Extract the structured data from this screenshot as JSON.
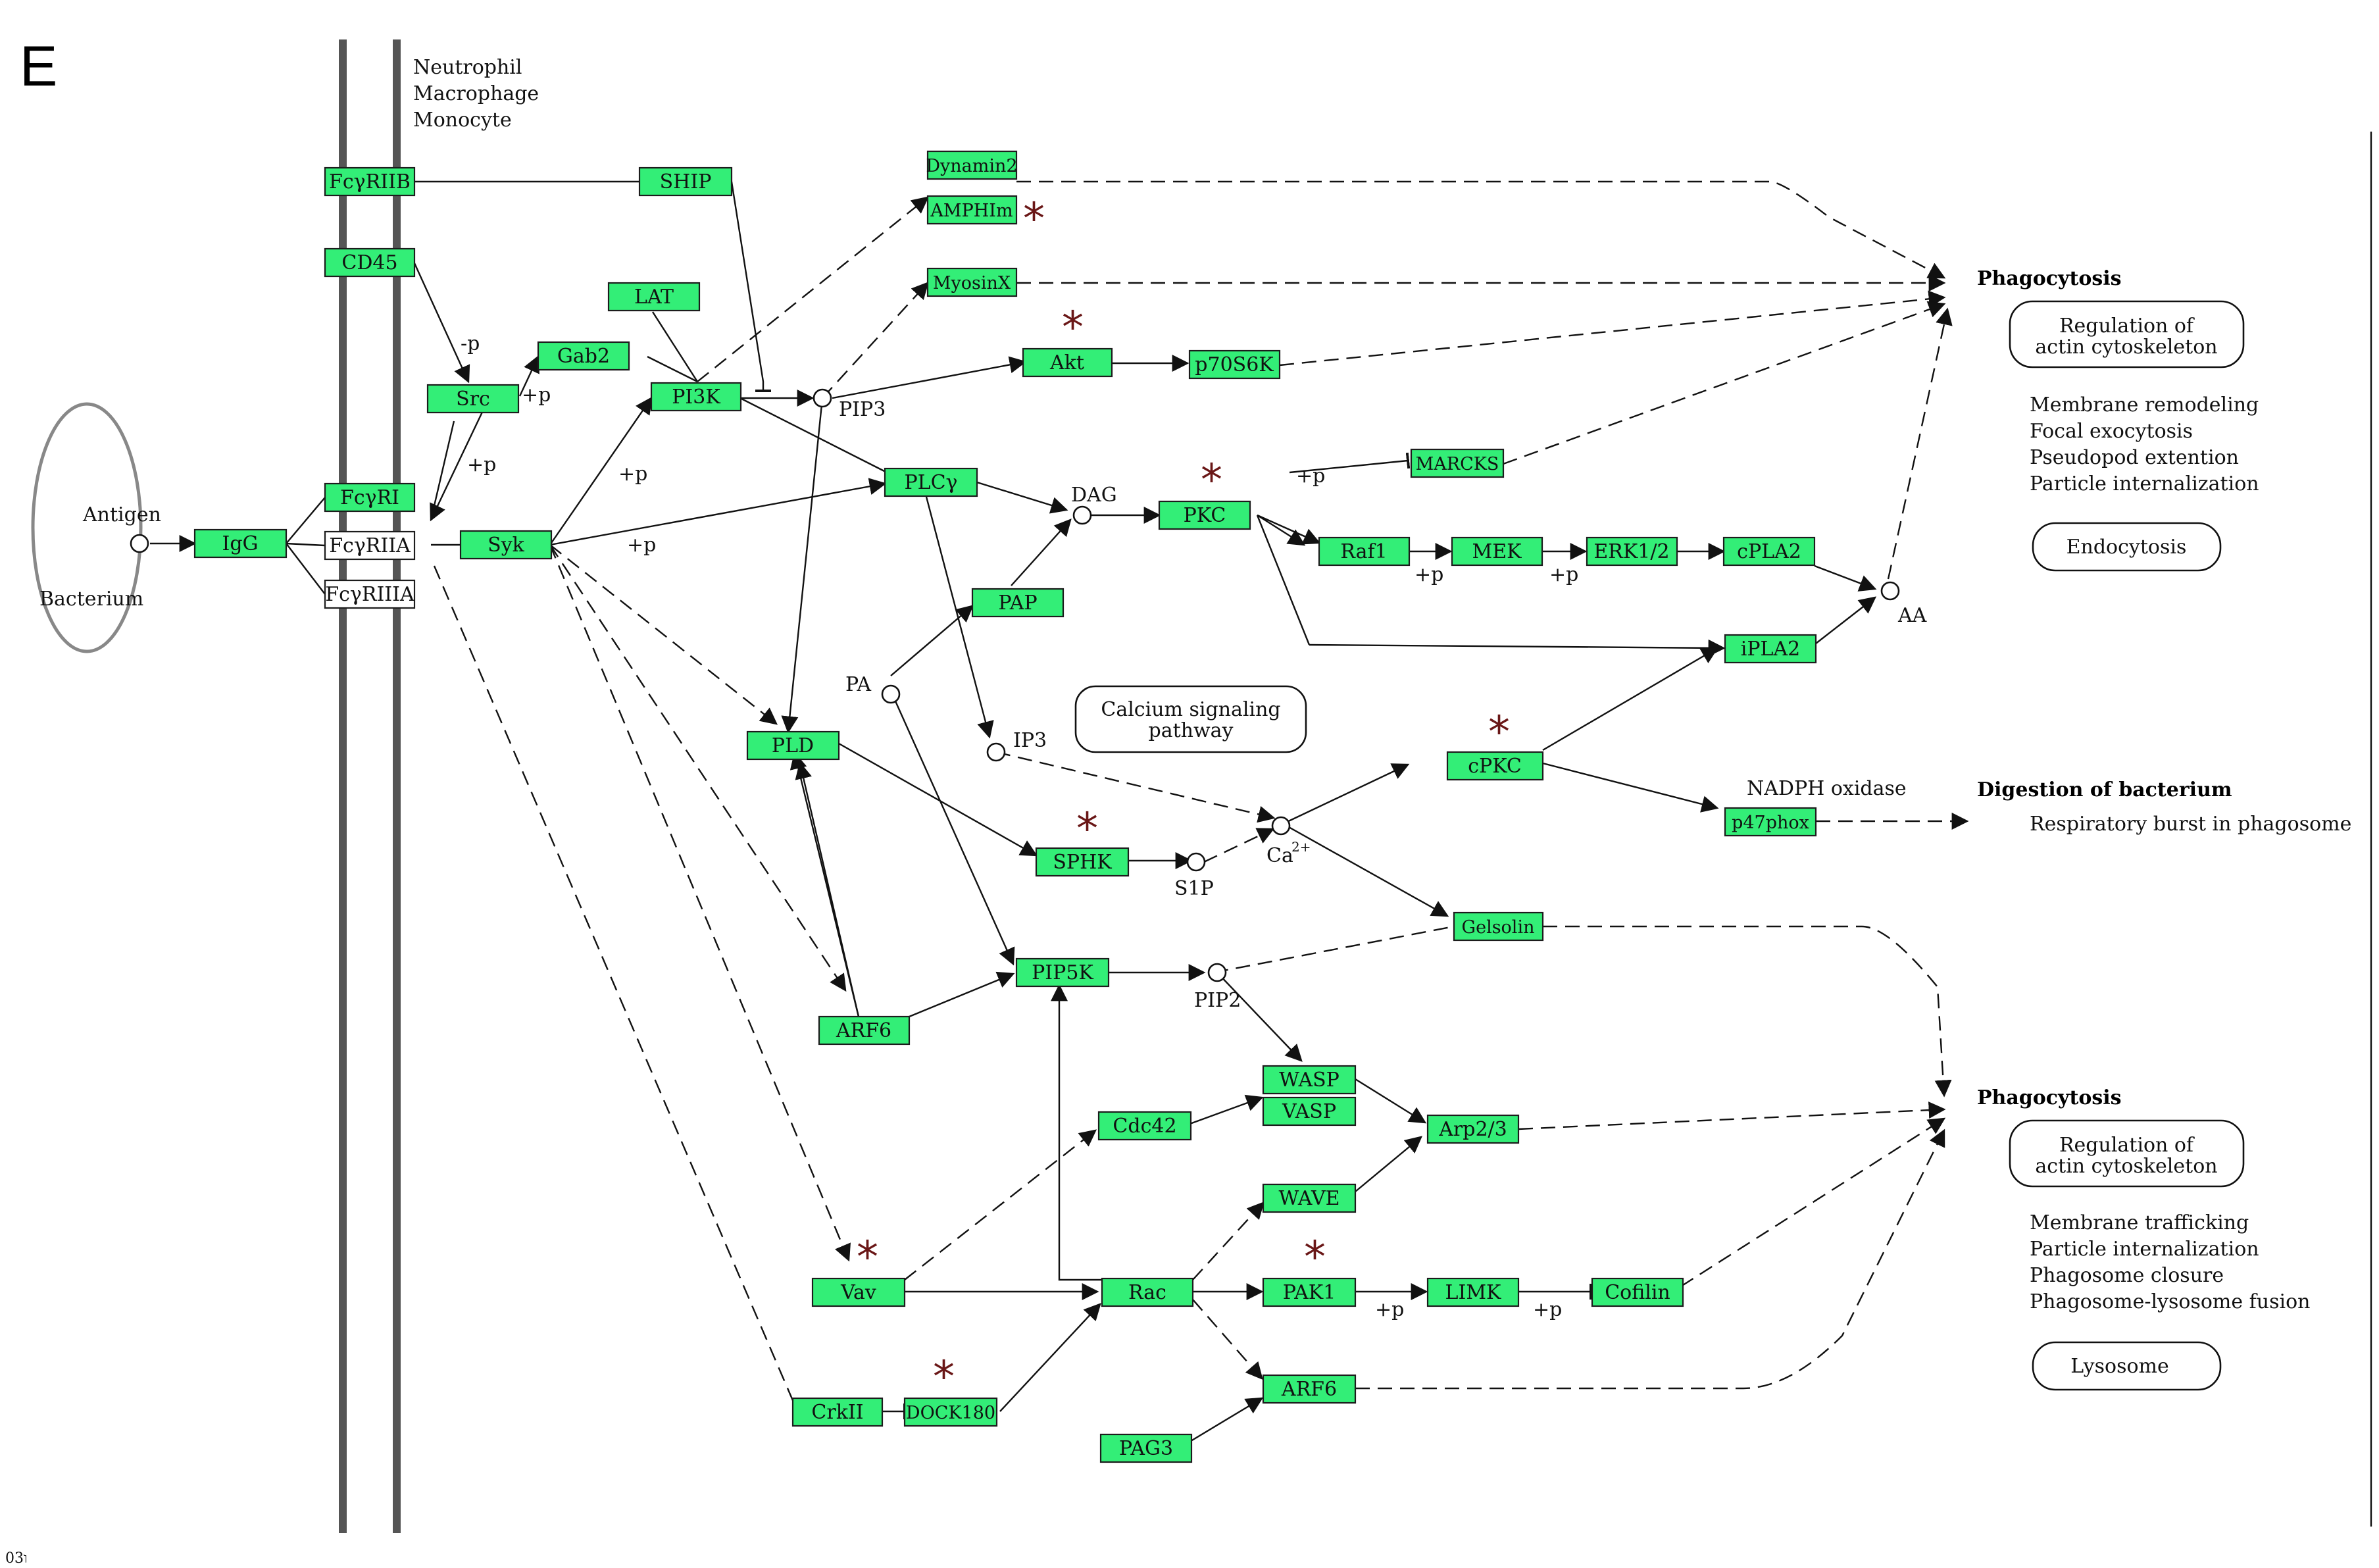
{
  "panel_letter": "E",
  "cell_types": [
    "Neutrophil",
    "Macrophage",
    "Monocyte"
  ],
  "antigen_label": "Antigen",
  "bacterium_label": "Bacterium",
  "genes": {
    "fcyriib": "FcγRIIB",
    "cd45": "CD45",
    "ship": "SHIP",
    "lat": "LAT",
    "gab2": "Gab2",
    "src": "Src",
    "fcyri": "FcγRI",
    "fcyriia": "FcγRIIA",
    "fcyriiia": "FcγRIIIA",
    "igg": "IgG",
    "syk": "Syk",
    "pi3k": "PI3K",
    "dynamin2": "Dynamin2",
    "amphilm": "AMPHIm",
    "myosinx": "MyosinX",
    "akt": "Akt",
    "p70s6k": "p70S6K",
    "plcy": "PLCγ",
    "pkc": "PKC",
    "marcks": "MARCKS",
    "raf1": "Raf1",
    "mek": "MEK",
    "erk12": "ERK1/2",
    "cpla2": "cPLA2",
    "ipla2": "iPLA2",
    "pap": "PAP",
    "pld": "PLD",
    "cpkc": "cPKC",
    "p47phox": "p47phox",
    "sphk": "SPHK",
    "gelsolin": "Gelsolin",
    "pip5k": "PIP5K",
    "arf6_top": "ARF6",
    "wasp1": "WASP",
    "wasp2": "VASP",
    "cdc42": "Cdc42",
    "arp23": "Arp2/3",
    "wave": "WAVE",
    "vav": "Vav",
    "rac": "Rac",
    "pak1": "PAK1",
    "limk": "LIMK",
    "cofilin": "Cofilin",
    "crkii": "CrkII",
    "dock180": "DOCK180",
    "arf6_bot": "ARF6",
    "pag3": "PAG3"
  },
  "compounds": {
    "pip3": "PIP3",
    "dag": "DAG",
    "pa": "PA",
    "ip3": "IP3",
    "s1p": "S1P",
    "ca": "Ca",
    "ca_sup": "2+",
    "pip2": "PIP2",
    "aa": "AA"
  },
  "edge_labels": {
    "minus_p": "-p",
    "plus_p": "+p"
  },
  "outcomes": {
    "phago1_title": "Phagocytosis",
    "reg1_line1": "Regulation of",
    "reg1_line2": "actin cytoskeleton",
    "phago1_items": [
      "Membrane remodeling",
      "Focal exocytosis",
      "Pseudopod extention",
      "Particle internalization"
    ],
    "endocytosis": "Endocytosis",
    "calcium_line1": "Calcium signaling",
    "calcium_line2": "pathway",
    "nadph": "NADPH oxidase",
    "digestion_title": "Digestion of bacterium",
    "respiratory": "Respiratory burst in phagosome",
    "phago2_title": "Phagocytosis",
    "reg2_line1": "Regulation of",
    "reg2_line2": "actin cytoskeleton",
    "phago2_items": [
      "Membrane trafficking",
      "Particle internalization",
      "Phagosome closure",
      "Phagosome-lysosome fusion"
    ],
    "lysosome": "Lysosome"
  },
  "marker_symbol": "*",
  "footer_fragment": "ו03"
}
